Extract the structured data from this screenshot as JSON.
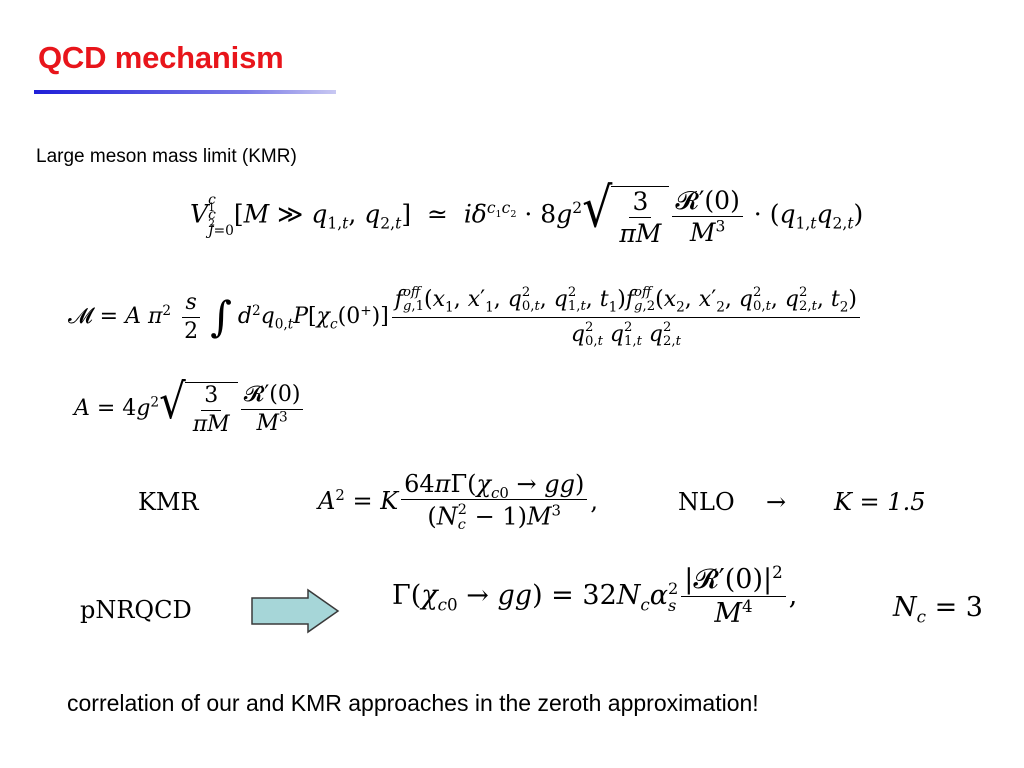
{
  "slide": {
    "title": "QCD mechanism",
    "subtitle": "Large meson mass limit (KMR)",
    "footer": "correlation of our and KMR approaches in the zeroth approximation!"
  },
  "equations": {
    "kmr_label": "KMR",
    "nlo_label": "NLO",
    "arrow_symbol": "→",
    "k_value": "K = 1.5",
    "pnrqcd_label": "pNRQCD",
    "nc_value": "N_c = 3"
  },
  "colors": {
    "title": "#e8151b",
    "rule": "#1f1fd8",
    "arrow_fill": "#a6d6d8",
    "arrow_stroke": "#3a3a3a"
  },
  "icons": {
    "transition_arrow": "right-arrow-icon"
  }
}
